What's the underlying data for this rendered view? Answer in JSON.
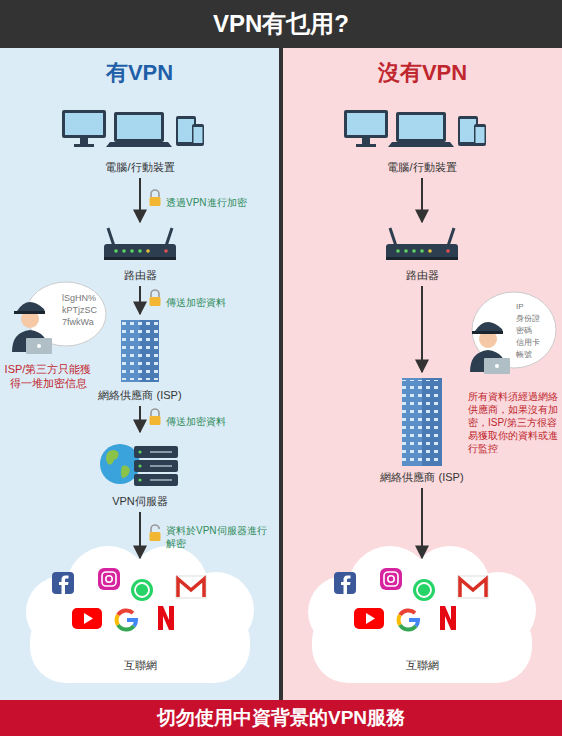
{
  "diagram": {
    "title": "VPN有乜用?",
    "caption": "切勿使用中資背景的VPN服務",
    "nodes": [
      {
        "text": [
          "有VPN"
        ]
      },
      {
        "text": [
          "電腦/行動裝置"
        ],
        "in": 0
      },
      {
        "text": [
          "路由器"
        ],
        "in": 0
      },
      {
        "text": [
          "網絡供應商 (ISP)"
        ],
        "in": 0
      },
      {
        "text": [
          "VPN伺服器"
        ],
        "in": 0
      },
      {
        "text": [
          "互聯網"
        ],
        "in": 0
      },
      {
        "text": [
          "沒有VPN"
        ]
      },
      {
        "text": [
          "電腦/行動裝置"
        ],
        "in": 6
      },
      {
        "text": [
          "路由器"
        ],
        "in": 6
      },
      {
        "text": [
          "網絡供應商 (ISP)"
        ],
        "in": 6
      },
      {
        "text": [
          "互聯網"
        ],
        "in": 6
      }
    ],
    "edges": [
      {
        "from": 1,
        "to": 2,
        "arrow": "to",
        "label": "透過VPN進行加密"
      },
      {
        "from": 2,
        "to": 3,
        "arrow": "to",
        "label": "傳送加密資料"
      },
      {
        "from": 3,
        "to": 4,
        "arrow": "to",
        "label": "傳送加密資料"
      },
      {
        "from": 4,
        "to": 5,
        "arrow": "to",
        "label": "資料於VPN伺服器進行解密"
      },
      {
        "from": 7,
        "to": 8,
        "arrow": "to"
      },
      {
        "from": 8,
        "to": 9,
        "arrow": "to"
      },
      {
        "from": 9,
        "to": 10,
        "arrow": "to"
      }
    ],
    "labels": [
      "lSgHN%",
      "kPTjzSC",
      "7fwkWa",
      "ISP/第三方只能獲得一堆加密信息",
      "IP",
      "身份證",
      "密碼",
      "信用卡",
      "帳號",
      "所有資料須經過網絡供應商，如果沒有加密，ISP/第三方很容易獲取你的資料或進行監控"
    ]
  }
}
